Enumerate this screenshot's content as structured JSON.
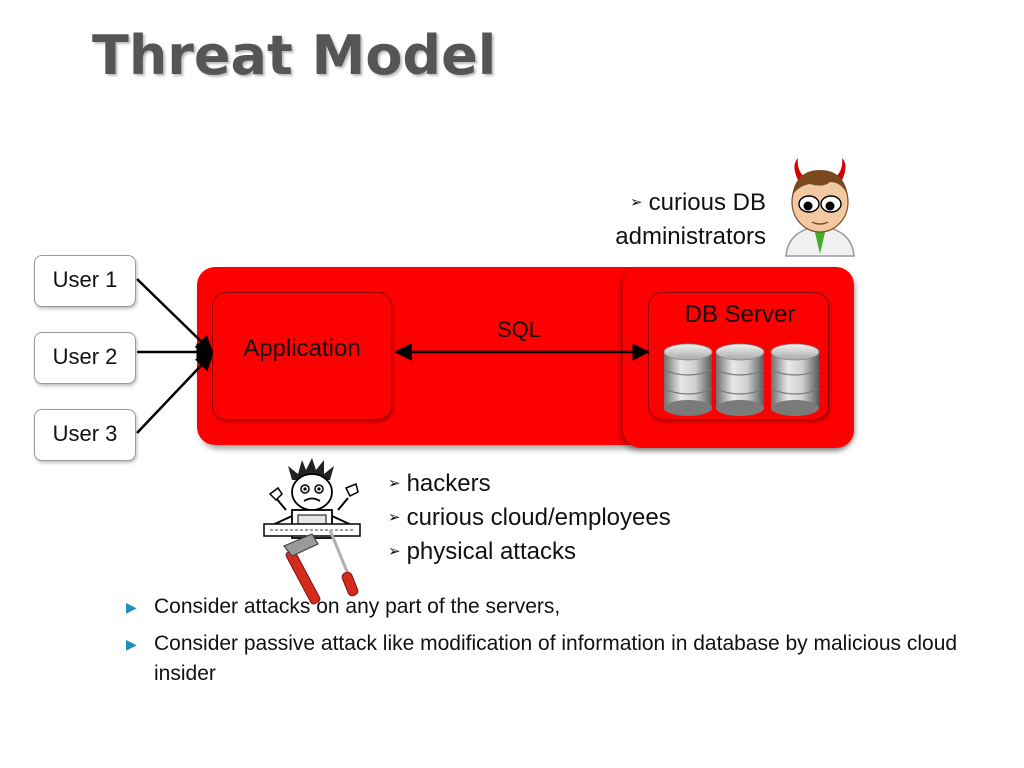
{
  "slide": {
    "title": "Threat Model"
  },
  "users": [
    "User 1",
    "User 2",
    "User 3"
  ],
  "cloud": {
    "application_label": "Application",
    "sql_label": "SQL",
    "db_server_label": "DB Server"
  },
  "admin_threat": {
    "line1": "curious DB",
    "line2": "administrators",
    "marker": "➢"
  },
  "threats": {
    "marker": "➢",
    "items": [
      "hackers",
      "curious cloud/employees",
      "physical attacks"
    ]
  },
  "bullets": {
    "marker": "▶",
    "items": [
      "Consider attacks on any part of the servers,",
      "Consider passive attack like modification of information in database by malicious cloud insider"
    ]
  },
  "colors": {
    "cloud_red": "#ff0000",
    "title_gray": "#555555",
    "bullet_blue": "#1f8fb8"
  }
}
